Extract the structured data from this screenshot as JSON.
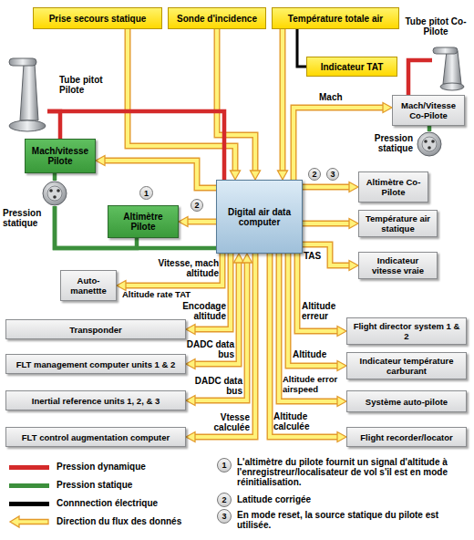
{
  "diagram": {
    "nodes": [
      {
        "text": [
          "Prise secours statique"
        ]
      },
      {
        "text": [
          "Sonde d'incidence"
        ]
      },
      {
        "text": [
          "Température totale air"
        ]
      },
      {
        "text": [
          "Indicateur TAT"
        ]
      },
      {
        "text": [
          "Tube pitot Co-Pilote"
        ]
      },
      {
        "text": [
          "Tube pitot Pilote"
        ]
      },
      {
        "text": [
          "Mach/Vitesse Co-Pilote"
        ]
      },
      {
        "text": [
          "Pression statique"
        ]
      },
      {
        "text": [
          "Mach/vitesse Pilote"
        ]
      },
      {
        "text": [
          "Pression statique"
        ]
      },
      {
        "text": [
          "Altimètre Pilote"
        ]
      },
      {
        "text": [
          "Digital air data computer"
        ]
      },
      {
        "text": [
          "Altimètre Co-Pilote"
        ]
      },
      {
        "text": [
          "Température air statique"
        ]
      },
      {
        "text": [
          "Indicateur vitesse vraie"
        ]
      },
      {
        "text": [
          "Auto-manettte"
        ]
      },
      {
        "text": [
          "Transponder"
        ]
      },
      {
        "text": [
          "Flight director system 1 & 2"
        ]
      },
      {
        "text": [
          "FLT management computer units 1 & 2"
        ]
      },
      {
        "text": [
          "Indicateur température carburant"
        ]
      },
      {
        "text": [
          "Inertial reference units 1, 2, & 3"
        ]
      },
      {
        "text": [
          "Système auto-pilote"
        ]
      },
      {
        "text": [
          "FLT control augmentation computer"
        ]
      },
      {
        "text": [
          "Flight recorder/locator"
        ]
      }
    ],
    "edges": [
      {
        "from": 0,
        "to": 11,
        "arrow": "to"
      },
      {
        "from": 1,
        "to": 11,
        "arrow": "to"
      },
      {
        "from": 2,
        "to": 11,
        "arrow": "to"
      },
      {
        "from": 2,
        "to": 3,
        "arrow": "none"
      },
      {
        "from": 4,
        "to": 6,
        "arrow": "none"
      },
      {
        "from": 7,
        "to": 6,
        "arrow": "none"
      },
      {
        "from": 11,
        "to": 6,
        "label": "Mach",
        "arrow": "to"
      },
      {
        "from": 5,
        "to": 8,
        "arrow": "none"
      },
      {
        "from": 5,
        "to": 11,
        "arrow": "none"
      },
      {
        "from": 9,
        "to": 8,
        "arrow": "none"
      },
      {
        "from": 9,
        "to": 10,
        "arrow": "none"
      },
      {
        "from": 9,
        "to": 11,
        "arrow": "none"
      },
      {
        "from": 11,
        "to": 8,
        "arrow": "to"
      },
      {
        "from": 11,
        "to": 10,
        "arrow": "to"
      },
      {
        "from": 11,
        "to": 12,
        "arrow": "to"
      },
      {
        "from": 11,
        "to": 13,
        "arrow": "to"
      },
      {
        "from": 11,
        "to": 14,
        "label": "TAS",
        "arrow": "to"
      },
      {
        "from": 11,
        "to": 15,
        "label": "Vitesse, mach altitude",
        "arrow": "to"
      },
      {
        "from": 11,
        "to": 16,
        "label": "Encodage altitude",
        "arrow": "to"
      },
      {
        "from": 11,
        "to": 17,
        "label": "Altitude erreur",
        "arrow": "to"
      },
      {
        "from": 11,
        "to": 18,
        "label": "DADC data bus",
        "arrow": "both"
      },
      {
        "from": 11,
        "to": 19,
        "label": "Altitude",
        "arrow": "to"
      },
      {
        "from": 11,
        "to": 20,
        "label": "DADC data bus",
        "arrow": "both"
      },
      {
        "from": 11,
        "to": 21,
        "label": "Altitude error airspeed",
        "arrow": "to"
      },
      {
        "from": 11,
        "to": 22,
        "label": "Vtesse calculée",
        "arrow": "to"
      },
      {
        "from": 11,
        "to": 23,
        "label": "Altitude calculée",
        "arrow": "to"
      }
    ],
    "labels": [
      "1",
      "2",
      "2",
      "3",
      "Altitude rate TAT",
      "1",
      "L'altimètre du pilote fournit un signal d'altitude à l'enregistreur/localisateur de vol s'il est en mode réinitialisation.",
      "2",
      "Latitude corrigée",
      "3",
      "En mode reset, la source statique du pilote est utilisée."
    ],
    "legend": [
      {
        "text": "Pression dynamique",
        "color": "#d42a2a"
      },
      {
        "text": "Pression statique",
        "color": "#3c8f3c"
      },
      {
        "text": "Connnection électrique",
        "color": "#000000"
      },
      {
        "text": "Direction du flux des donnés"
      }
    ]
  }
}
